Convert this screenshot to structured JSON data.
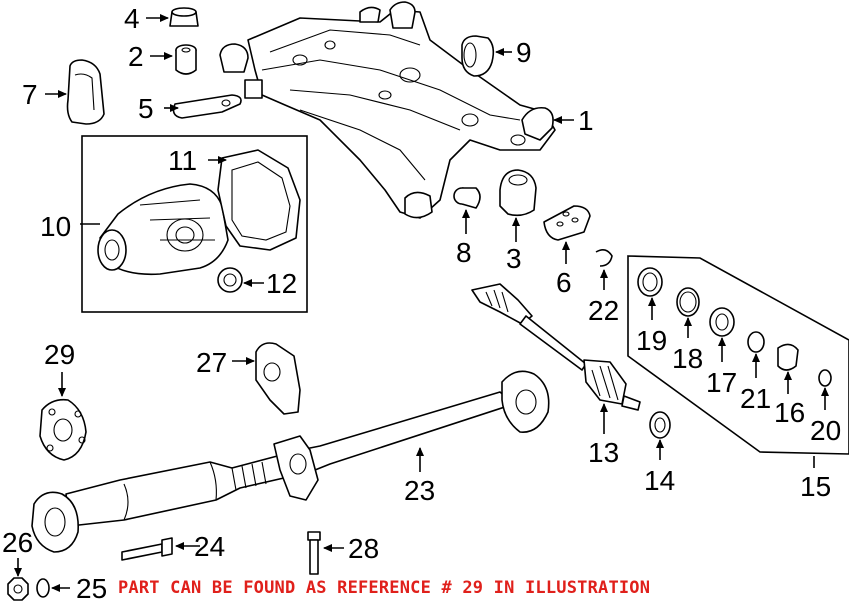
{
  "callouts": {
    "c1": "1",
    "c2": "2",
    "c3": "3",
    "c4": "4",
    "c5": "5",
    "c6": "6",
    "c7": "7",
    "c8": "8",
    "c9": "9",
    "c10": "10",
    "c11": "11",
    "c12": "12",
    "c13": "13",
    "c14": "14",
    "c15": "15",
    "c16": "16",
    "c17": "17",
    "c18": "18",
    "c19": "19",
    "c20": "20",
    "c21": "21",
    "c22": "22",
    "c23": "23",
    "c24": "24",
    "c25": "25",
    "c26": "26",
    "c27": "27",
    "c28": "28",
    "c29": "29"
  },
  "footer_note": "PART CAN BE FOUND AS REFERENCE # 29 IN ILLUSTRATION",
  "colors": {
    "note": "#e0201b",
    "line": "#000000",
    "background": "#ffffff"
  }
}
